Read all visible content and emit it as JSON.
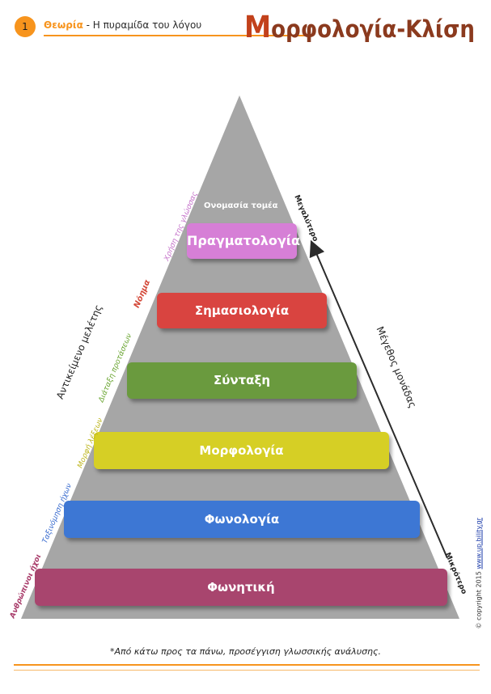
{
  "header": {
    "number": "1",
    "subject": "Θεωρία",
    "separator": " - ",
    "topic": "Η πυραμίδα του λόγου",
    "title_first_letter": "Μ",
    "title_rest": "ορφολογία-Κλίση"
  },
  "pyramid": {
    "sector_label": "Ονομασία τομέα",
    "levels": [
      {
        "name": "Πραγματολογία",
        "object": "Χρήση της γλώσσας",
        "color": "#d67fd6",
        "object_color": "#c471c9"
      },
      {
        "name": "Σημασιολογία",
        "object": "Νόημα",
        "color": "#d94440",
        "object_color": "#d44a3a"
      },
      {
        "name": "Σύνταξη",
        "object": "Διάταξη προτάσεων",
        "color": "#6a9a3e",
        "object_color": "#6aa531"
      },
      {
        "name": "Μορφολογία",
        "object": "Μορφή λέξεων",
        "color": "#d6cf25",
        "object_color": "#bdb51c"
      },
      {
        "name": "Φωνολογία",
        "object": "Ταξινόμηση ήχων",
        "color": "#3d77d4",
        "object_color": "#3a6ccf"
      },
      {
        "name": "Φωνητική",
        "object": "Ανθρώπινοι ήχοι",
        "color": "#a8456e",
        "object_color": "#a93d6b"
      }
    ],
    "left_axis": "Αντικείμενο μελέτης",
    "right_axis": "Μέγεθος μονάδας",
    "arrow_top": "Μεγαλύτερο",
    "arrow_bottom": "Μικρότερο"
  },
  "footnote": "*Από κάτω προς τα πάνω, προσέγγιση γλωσσικής ανάλυσης.",
  "copyright": {
    "text": "© copyright 2015 ",
    "link": "www.up.bility.gr"
  }
}
